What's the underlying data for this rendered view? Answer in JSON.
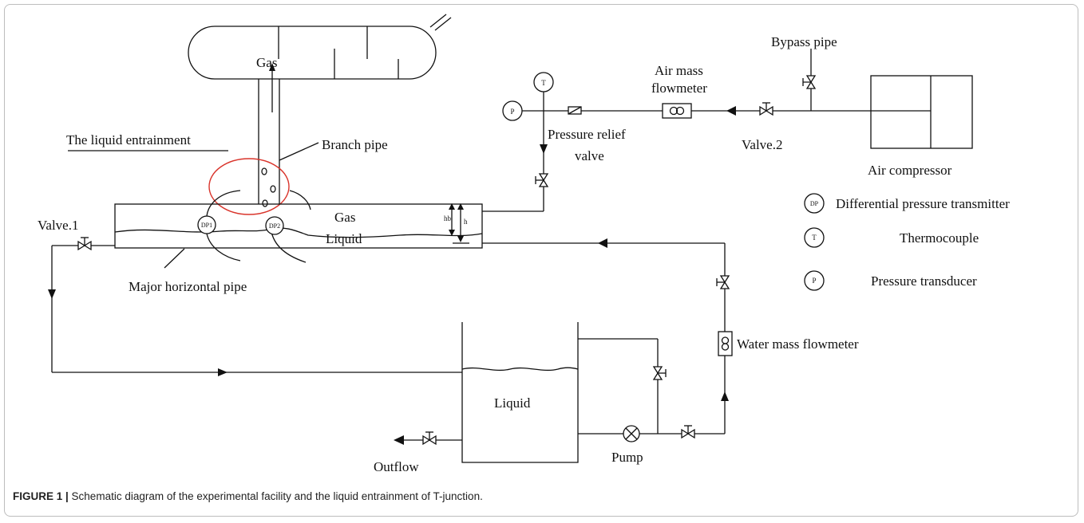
{
  "labels": {
    "gas_top": "Gas",
    "branch_pipe": "Branch pipe",
    "liquid_entrainment": "The liquid entrainment",
    "valve1": "Valve.1",
    "major_pipe": "Major horizontal pipe",
    "gas_in_pipe": "Gas",
    "liquid_in_pipe": "Liquid",
    "hb": "hb",
    "h": "h",
    "dp1": "DP1",
    "dp2": "DP2",
    "pressure_relief_1": "Pressure relief",
    "pressure_relief_2": "valve",
    "air_mass_1": "Air mass",
    "air_mass_2": "flowmeter",
    "bypass_pipe": "Bypass pipe",
    "valve2": "Valve.2",
    "air_compressor": "Air compressor",
    "water_mass_flowmeter": "Water mass flowmeter",
    "liquid_tank": "Liquid",
    "pump": "Pump",
    "outflow": "Outflow",
    "sym_t": "T",
    "sym_p": "P"
  },
  "legend": [
    {
      "symbol": "DP",
      "text": "Differential pressure transmitter"
    },
    {
      "symbol": "T",
      "text": "Thermocouple"
    },
    {
      "symbol": "P",
      "text": "Pressure transducer"
    }
  ],
  "caption": {
    "label": "FIGURE 1 |",
    "text": " Schematic diagram of the experimental facility and the liquid entrainment of T-junction."
  },
  "colors": {
    "line": "#111111",
    "highlight_circle": "#d9342b"
  }
}
